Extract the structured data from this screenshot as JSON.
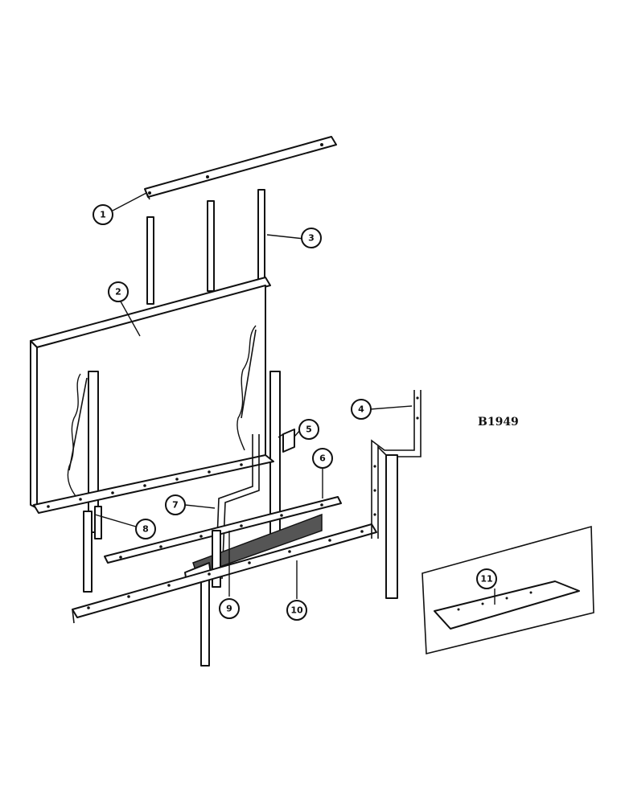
{
  "figure_code": "B1949",
  "callouts": [
    {
      "id": "1",
      "label": "1"
    },
    {
      "id": "2",
      "label": "2"
    },
    {
      "id": "3",
      "label": "3"
    },
    {
      "id": "4",
      "label": "4"
    },
    {
      "id": "5",
      "label": "5"
    },
    {
      "id": "6",
      "label": "6"
    },
    {
      "id": "7",
      "label": "7"
    },
    {
      "id": "8",
      "label": "8"
    },
    {
      "id": "9",
      "label": "9"
    },
    {
      "id": "10",
      "label": "10"
    },
    {
      "id": "11",
      "label": "11"
    }
  ]
}
